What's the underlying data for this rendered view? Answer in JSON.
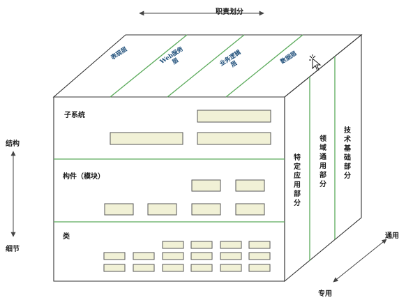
{
  "labels": {
    "top": "职责划分",
    "left_top": "结构",
    "left_bottom": "细节",
    "right_general": "通用",
    "bottom_specific": "专用"
  },
  "top_face_layers": [
    "表现层",
    "Web服务层",
    "业务逻辑层",
    "数据层"
  ],
  "front_rows": [
    "子系统",
    "构件（模块）",
    "类"
  ],
  "right_side": [
    "特定应用部分",
    "领域通用部分",
    "技术基础部分"
  ],
  "colors": {
    "outline": "#333333",
    "divider_green": "#5aaa5a",
    "box_fill": "#f1f1d6",
    "box_stroke": "#555555",
    "arrow": "#444444",
    "diag_text": "#1f4f7a"
  }
}
